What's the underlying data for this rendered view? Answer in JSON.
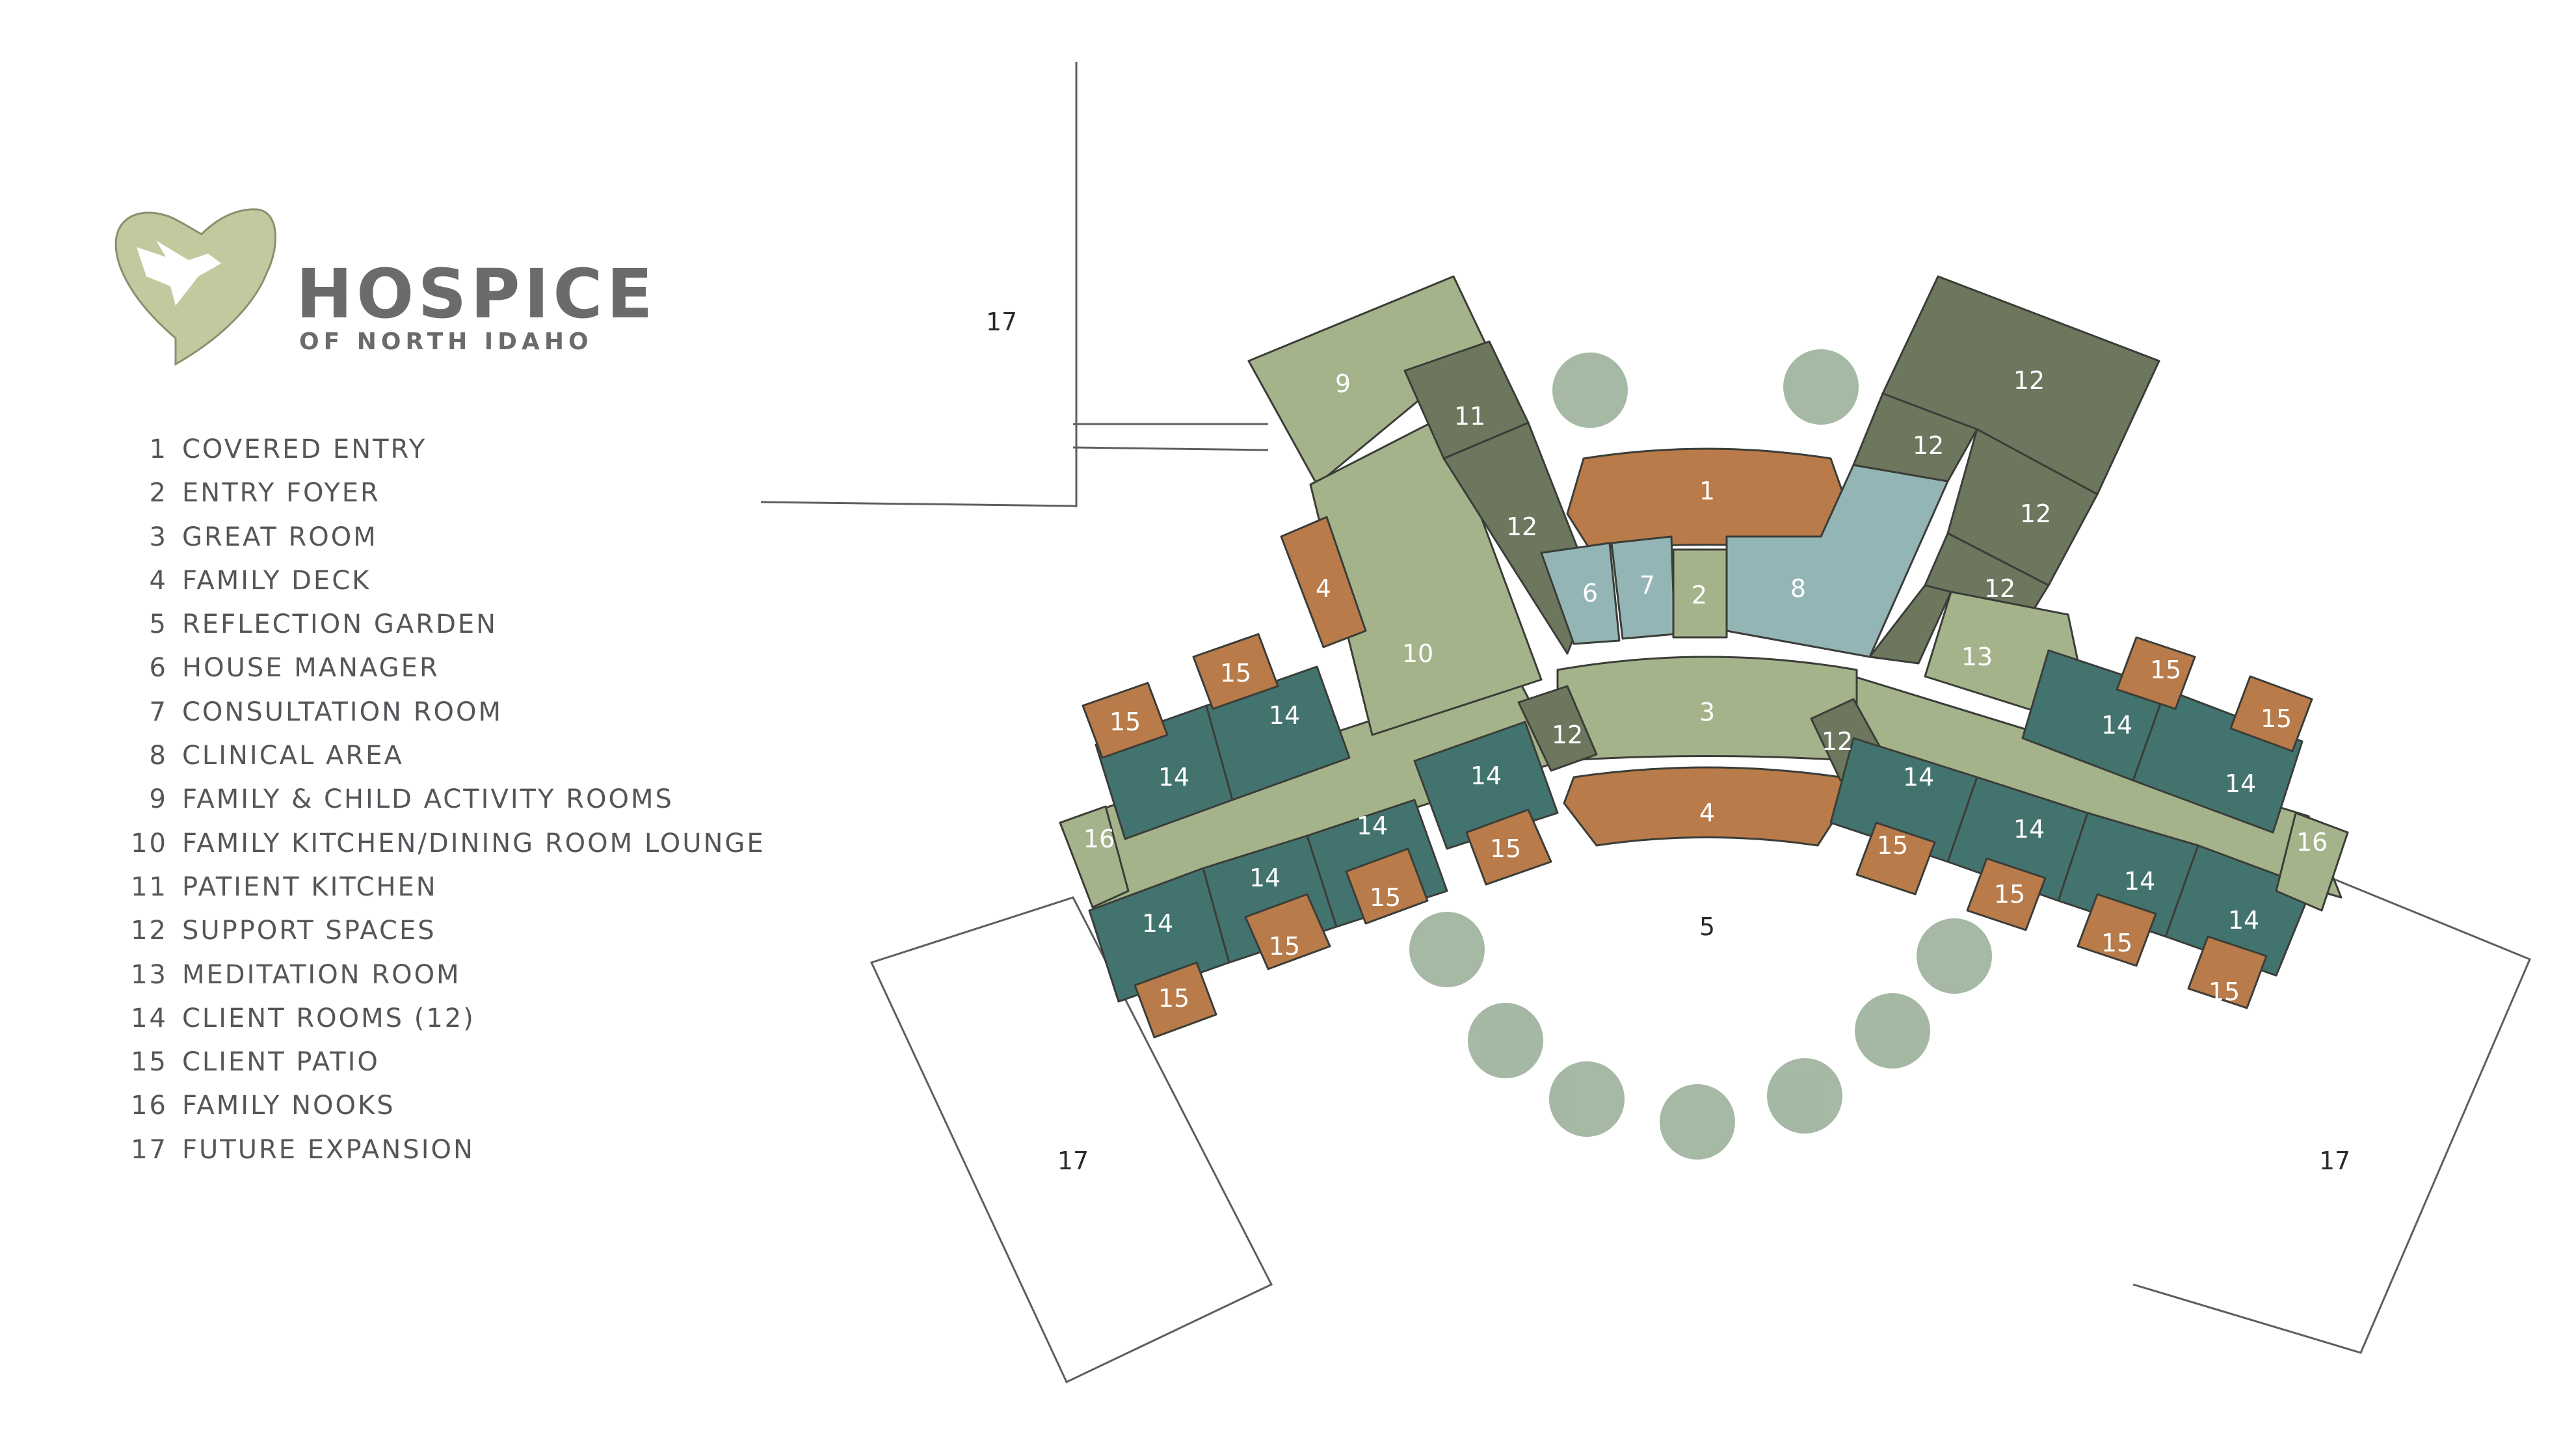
{
  "logo": {
    "title": "HOSPICE",
    "subtitle": "OF NORTH IDAHO",
    "icon": "heart-dove-icon",
    "colors": {
      "heart": "#c3c99e",
      "text": "#6a6b6d"
    }
  },
  "legend": [
    {
      "num": "1",
      "label": "COVERED ENTRY"
    },
    {
      "num": "2",
      "label": "ENTRY FOYER"
    },
    {
      "num": "3",
      "label": "GREAT ROOM"
    },
    {
      "num": "4",
      "label": "FAMILY DECK"
    },
    {
      "num": "5",
      "label": "REFLECTION GARDEN"
    },
    {
      "num": "6",
      "label": "HOUSE MANAGER"
    },
    {
      "num": "7",
      "label": "CONSULTATION ROOM"
    },
    {
      "num": "8",
      "label": "CLINICAL AREA"
    },
    {
      "num": "9",
      "label": "FAMILY & CHILD ACTIVITY ROOMS"
    },
    {
      "num": "10",
      "label": "FAMILY KITCHEN/DINING ROOM LOUNGE"
    },
    {
      "num": "11",
      "label": "PATIENT KITCHEN"
    },
    {
      "num": "12",
      "label": "SUPPORT SPACES"
    },
    {
      "num": "13",
      "label": "MEDITATION ROOM"
    },
    {
      "num": "14",
      "label": "CLIENT ROOMS (12)"
    },
    {
      "num": "15",
      "label": "CLIENT PATIO"
    },
    {
      "num": "16",
      "label": "FAMILY NOOKS"
    },
    {
      "num": "17",
      "label": "FUTURE EXPANSION"
    }
  ],
  "colors": {
    "light_green": "#a5b38b",
    "dark_green": "#6c775e",
    "teal": "#43736f",
    "light_blue": "#94b5b5",
    "orange": "#b87b49",
    "tree": "#8fa78e"
  },
  "plan_labels": [
    {
      "id": "1",
      "text": "1"
    },
    {
      "id": "2",
      "text": "2"
    },
    {
      "id": "3",
      "text": "3"
    },
    {
      "id": "4",
      "text": "4"
    },
    {
      "id": "4b",
      "text": "4"
    },
    {
      "id": "5",
      "text": "5"
    },
    {
      "id": "6",
      "text": "6"
    },
    {
      "id": "7",
      "text": "7"
    },
    {
      "id": "8",
      "text": "8"
    },
    {
      "id": "9",
      "text": "9"
    },
    {
      "id": "10",
      "text": "10"
    },
    {
      "id": "11",
      "text": "11"
    },
    {
      "id": "12a",
      "text": "12"
    },
    {
      "id": "12b",
      "text": "12"
    },
    {
      "id": "12c",
      "text": "12"
    },
    {
      "id": "12d",
      "text": "12"
    },
    {
      "id": "12e",
      "text": "12"
    },
    {
      "id": "12f",
      "text": "12"
    },
    {
      "id": "12g",
      "text": "12"
    },
    {
      "id": "13",
      "text": "13"
    },
    {
      "id": "14a",
      "text": "14"
    },
    {
      "id": "14b",
      "text": "14"
    },
    {
      "id": "14c",
      "text": "14"
    },
    {
      "id": "14d",
      "text": "14"
    },
    {
      "id": "14e",
      "text": "14"
    },
    {
      "id": "14f",
      "text": "14"
    },
    {
      "id": "14g",
      "text": "14"
    },
    {
      "id": "14h",
      "text": "14"
    },
    {
      "id": "14i",
      "text": "14"
    },
    {
      "id": "14j",
      "text": "14"
    },
    {
      "id": "14k",
      "text": "14"
    },
    {
      "id": "14l",
      "text": "14"
    },
    {
      "id": "15a",
      "text": "15"
    },
    {
      "id": "15b",
      "text": "15"
    },
    {
      "id": "15c",
      "text": "15"
    },
    {
      "id": "15d",
      "text": "15"
    },
    {
      "id": "15e",
      "text": "15"
    },
    {
      "id": "15f",
      "text": "15"
    },
    {
      "id": "15g",
      "text": "15"
    },
    {
      "id": "15h",
      "text": "15"
    },
    {
      "id": "15i",
      "text": "15"
    },
    {
      "id": "15j",
      "text": "15"
    },
    {
      "id": "15k",
      "text": "15"
    },
    {
      "id": "15l",
      "text": "15"
    },
    {
      "id": "16a",
      "text": "16"
    },
    {
      "id": "16b",
      "text": "16"
    },
    {
      "id": "17a",
      "text": "17"
    },
    {
      "id": "17b",
      "text": "17"
    },
    {
      "id": "17c",
      "text": "17"
    }
  ]
}
